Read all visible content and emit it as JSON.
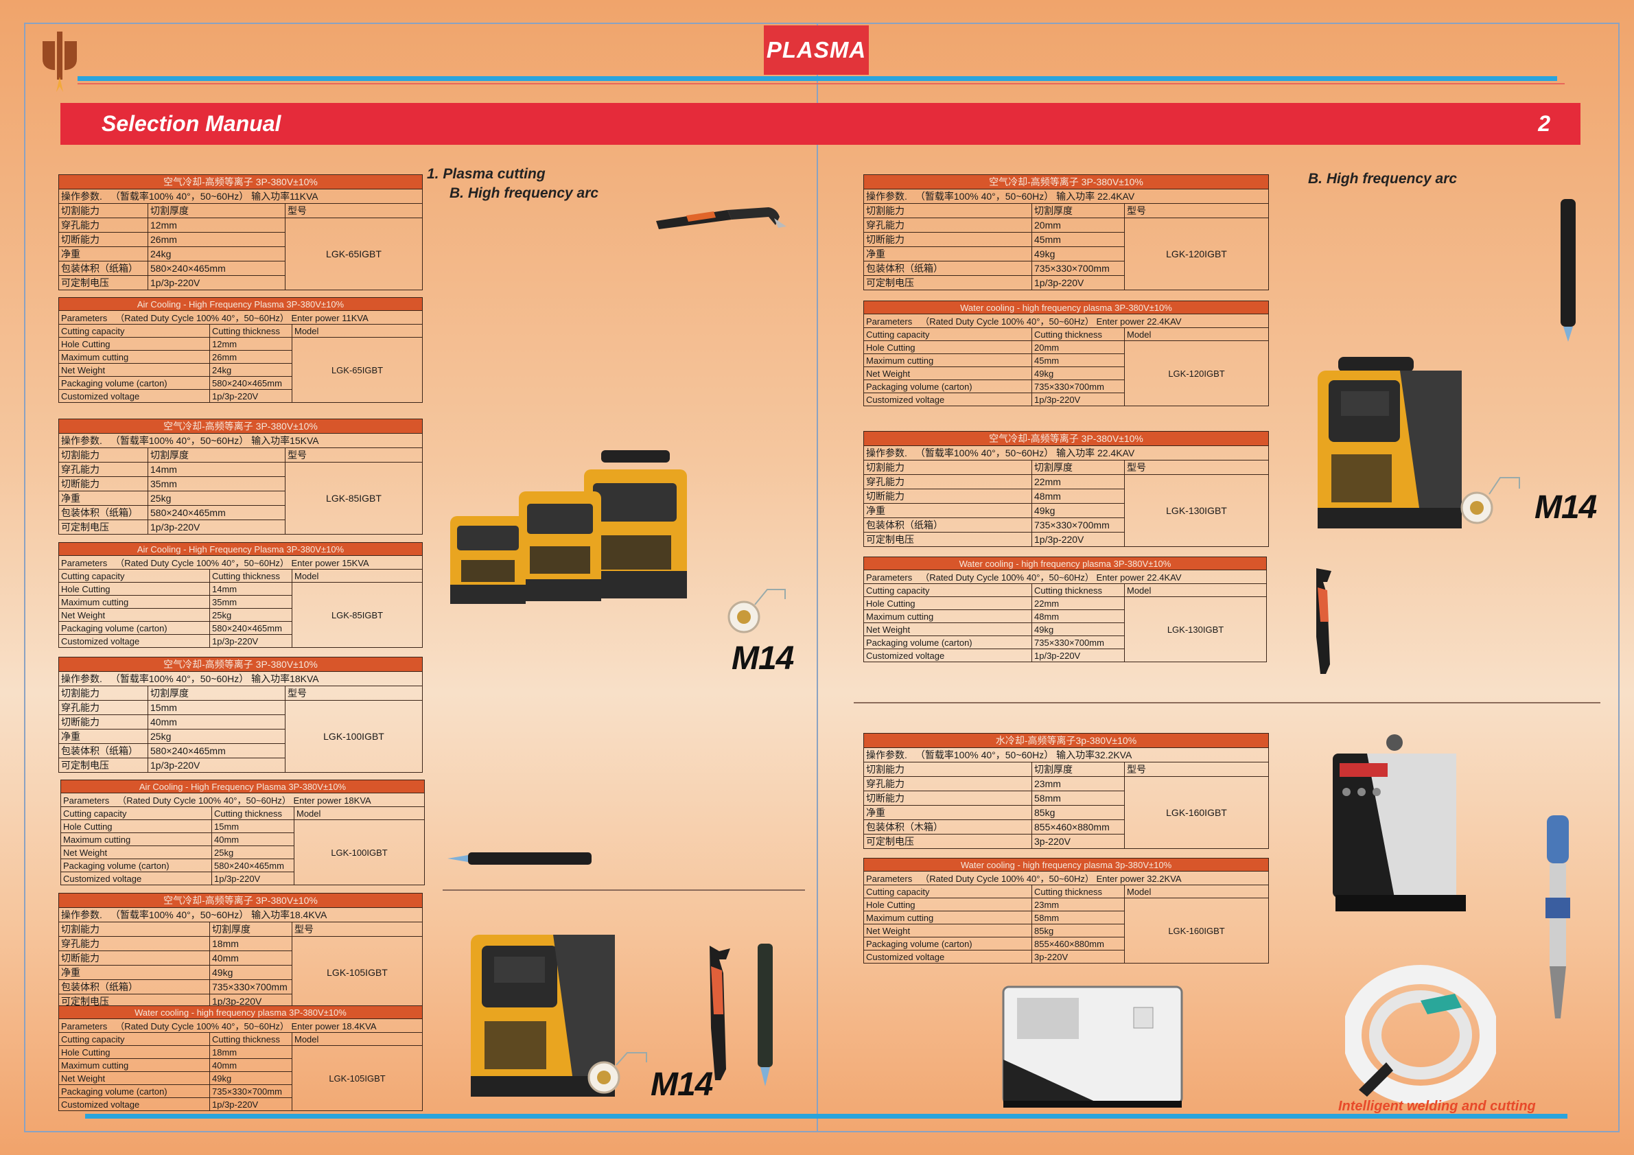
{
  "header": {
    "brand": "PLASMA",
    "title": "Selection Manual",
    "page": "2"
  },
  "footer": {
    "tagline": "Intelligent welding and cutting"
  },
  "sections": {
    "left_title": "1. Plasma cutting",
    "left_sub": "B. High frequency arc",
    "right_sub": "B. High frequency arc"
  },
  "marks": {
    "m1": "M14",
    "m2": "M14",
    "m3": "M14"
  },
  "cn": {
    "params": "操作参数.",
    "cap": "切割能力",
    "thick": "切割厚度",
    "model": "型号",
    "hole": "穿孔能力",
    "max": "切断能力",
    "weight": "净重",
    "pack": "包装体积（纸箱）",
    "pack_wood": "包装体积（木箱）",
    "volt": "可定制电压"
  },
  "en": {
    "params": "Parameters",
    "cap": "Cutting capacity",
    "thick": "Cutting thickness",
    "model": "Model",
    "hole": "Hole Cutting",
    "max": "Maximum cutting",
    "weight": "Net Weight",
    "pack": "Packaging volume (carton)",
    "volt": "Customized voltage"
  },
  "colors": {
    "accent_red": "#e52b3a",
    "header_orange": "#d8562a",
    "line_blue": "#2aa4dc"
  },
  "tables": [
    {
      "id": "t1",
      "title": "空气冷却-高频等离子 3P-380V±10%",
      "params": "（暂载率100% 40°，50~60Hz）  输入功率11KVA",
      "hole": "12mm",
      "max": "26mm",
      "weight": "24kg",
      "pack": "580×240×465mm",
      "volt": "1p/3p-220V",
      "model": "LGK-65IGBT"
    },
    {
      "id": "t2",
      "title": "Air Cooling - High Frequency Plasma 3P-380V±10%",
      "params": "（Rated Duty Cycle 100% 40°，50~60Hz）  Enter power 11KVA",
      "hole": "12mm",
      "max": "26mm",
      "weight": "24kg",
      "pack": "580×240×465mm",
      "volt": "1p/3p-220V",
      "model": "LGK-65IGBT"
    },
    {
      "id": "t3",
      "title": "空气冷却-高频等离子 3P-380V±10%",
      "params": "（暂载率100% 40°，50~60Hz）  输入功率15KVA",
      "hole": "14mm",
      "max": "35mm",
      "weight": "25kg",
      "pack": "580×240×465mm",
      "volt": "1p/3p-220V",
      "model": "LGK-85IGBT"
    },
    {
      "id": "t4",
      "title": "Air Cooling - High Frequency Plasma 3P-380V±10%",
      "params": "（Rated Duty Cycle 100% 40°，50~60Hz）  Enter power 15KVA",
      "hole": "14mm",
      "max": "35mm",
      "weight": "25kg",
      "pack": "580×240×465mm",
      "volt": "1p/3p-220V",
      "model": "LGK-85IGBT"
    },
    {
      "id": "t5",
      "title": "空气冷却-高频等离子 3P-380V±10%",
      "params": "（暂载率100% 40°，50~60Hz）  输入功率18KVA",
      "hole": "15mm",
      "max": "40mm",
      "weight": "25kg",
      "pack": "580×240×465mm",
      "volt": "1p/3p-220V",
      "model": "LGK-100IGBT"
    },
    {
      "id": "t6",
      "title": "Air Cooling - High Frequency Plasma 3P-380V±10%",
      "params": "（Rated Duty Cycle 100% 40°，50~60Hz）  Enter power 18KVA",
      "hole": "15mm",
      "max": "40mm",
      "weight": "25kg",
      "pack": "580×240×465mm",
      "volt": "1p/3p-220V",
      "model": "LGK-100IGBT"
    },
    {
      "id": "t7",
      "title": "空气冷却-高频等离子 3P-380V±10%",
      "params": "（暂载率100% 40°，50~60Hz）  输入功率18.4KVA",
      "hole": "18mm",
      "max": "40mm",
      "weight": "49kg",
      "pack": "735×330×700mm",
      "volt": "1p/3p-220V",
      "model": "LGK-105IGBT"
    },
    {
      "id": "t8",
      "title": "Water cooling - high frequency plasma 3P-380V±10%",
      "params": "（Rated Duty Cycle 100% 40°，50~60Hz）  Enter power 18.4KVA",
      "hole": "18mm",
      "max": "40mm",
      "weight": "49kg",
      "pack": "735×330×700mm",
      "volt": "1p/3p-220V",
      "model": "LGK-105IGBT"
    },
    {
      "id": "t9",
      "title": "空气冷却-高频等离子 3P-380V±10%",
      "params": "（暂载率100% 40°，50~60Hz）  输入功率  22.4KAV",
      "hole": "20mm",
      "max": "45mm",
      "weight": "49kg",
      "pack": "735×330×700mm",
      "volt": "1p/3p-220V",
      "model": "LGK-120IGBT"
    },
    {
      "id": "t10",
      "title": "Water cooling - high frequency plasma  3P-380V±10%",
      "params": "（Rated Duty Cycle 100% 40°，50~60Hz）  Enter power  22.4KAV",
      "hole": "20mm",
      "max": "45mm",
      "weight": "49kg",
      "pack": "735×330×700mm",
      "volt": "1p/3p-220V",
      "model": "LGK-120IGBT"
    },
    {
      "id": "t11",
      "title": "空气冷却-高频等离子 3P-380V±10%",
      "params": "（暂载率100% 40°，50~60Hz）  输入功率  22.4KAV",
      "hole": "22mm",
      "max": "48mm",
      "weight": "49kg",
      "pack": "735×330×700mm",
      "volt": "1p/3p-220V",
      "model": "LGK-130IGBT"
    },
    {
      "id": "t12",
      "title": "Water cooling - high frequency plasma  3P-380V±10%",
      "params": "（Rated Duty Cycle 100% 40°，50~60Hz）  Enter power  22.4KAV",
      "hole": "22mm",
      "max": "48mm",
      "weight": "49kg",
      "pack": "735×330×700mm",
      "volt": "1p/3p-220V",
      "model": "LGK-130IGBT"
    },
    {
      "id": "t13",
      "title": "水冷却-高频等离子3p-380V±10%",
      "params": "（暂载率100% 40°，50~60Hz）  输入功率32.2KVA",
      "hole": "23mm",
      "max": "58mm",
      "weight": "85kg",
      "pack": "855×460×880mm",
      "volt": "3p-220V",
      "model": "LGK-160IGBT"
    },
    {
      "id": "t14",
      "title": "Water cooling - high frequency plasma 3p-380V±10%",
      "params": "（Rated Duty Cycle 100% 40°，50~60Hz）  Enter power 32.2KVA",
      "hole": "23mm",
      "max": "58mm",
      "weight": "85kg",
      "pack": "855×460×880mm",
      "volt": "3p-220V",
      "model": "LGK-160IGBT"
    }
  ]
}
